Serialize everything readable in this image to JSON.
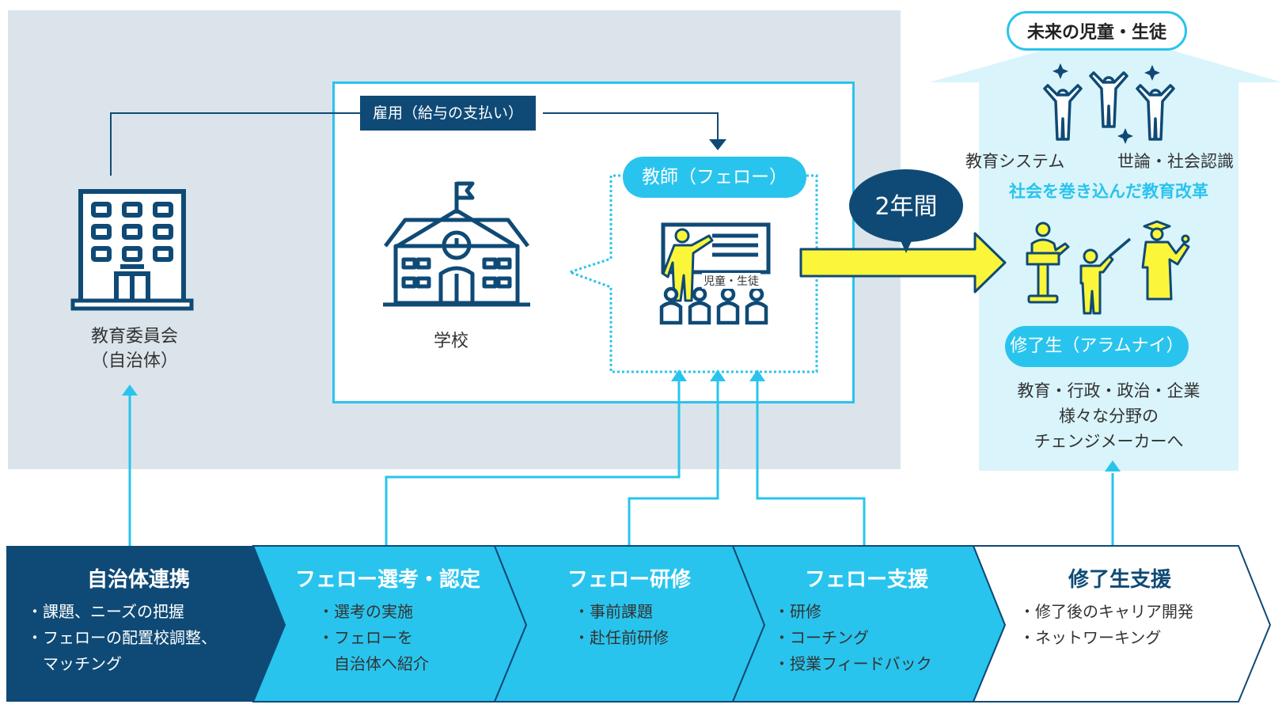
{
  "colors": {
    "navy": "#0f4a76",
    "cyan": "#29c4ed",
    "yellow": "#fbf63a",
    "gray_bg": "#dbe4eb",
    "light_cyan": "#d9f4fb",
    "text": "#333333"
  },
  "employment_label": "雇用（給与の支払い）",
  "board": {
    "line1": "教育委員会",
    "line2": "（自治体）",
    "icon": "office-building-icon"
  },
  "school": {
    "label": "学校",
    "icon": "school-building-icon"
  },
  "teacher": {
    "label": "教師（フェロー）",
    "students_label": "児童・生徒",
    "icon": "teacher-at-board-icon"
  },
  "duration_bubble": "2年間",
  "future": {
    "title": "未来の児童・生徒",
    "left_label": "教育システム",
    "right_label": "世論・社会認識",
    "reform_label": "社会を巻き込んだ教育改革",
    "icon": "cheering-people-icon"
  },
  "alumni": {
    "label": "修了生（アラムナイ）",
    "desc_lines": [
      "教育・行政・政治・企業",
      "様々な分野の",
      "チェンジメーカーへ"
    ],
    "icon": "professionals-icon"
  },
  "process_steps": [
    {
      "title": "自治体連携",
      "items": [
        "・課題、ニーズの把握",
        "・フェローの配置校調整、",
        "　マッチング"
      ]
    },
    {
      "title": "フェロー選考・認定",
      "items": [
        "・選考の実施",
        "・フェローを",
        "　自治体へ紹介"
      ]
    },
    {
      "title": "フェロー研修",
      "items": [
        "・事前課題",
        "・赴任前研修"
      ]
    },
    {
      "title": "フェロー支援",
      "items": [
        "・研修",
        "・コーチング",
        "・授業フィードバック"
      ]
    },
    {
      "title": "修了生支援",
      "items": [
        "・修了後のキャリア開発",
        "・ネットワーキング"
      ]
    }
  ]
}
